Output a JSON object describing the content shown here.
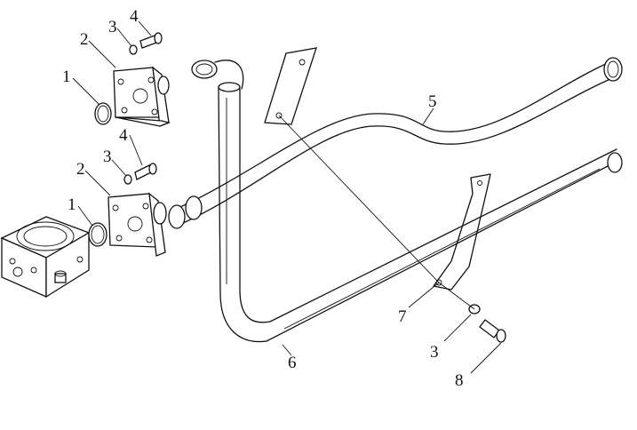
{
  "callouts": [
    {
      "id": "c1a",
      "text": "1"
    },
    {
      "id": "c2a",
      "text": "2"
    },
    {
      "id": "c3a",
      "text": "3"
    },
    {
      "id": "c4a",
      "text": "4"
    },
    {
      "id": "c1b",
      "text": "1"
    },
    {
      "id": "c2b",
      "text": "2"
    },
    {
      "id": "c3b",
      "text": "3"
    },
    {
      "id": "c4b",
      "text": "4"
    },
    {
      "id": "c5",
      "text": "5"
    },
    {
      "id": "c6",
      "text": "6"
    },
    {
      "id": "c7",
      "text": "7"
    },
    {
      "id": "c3c",
      "text": "3"
    },
    {
      "id": "c8",
      "text": "8"
    }
  ]
}
